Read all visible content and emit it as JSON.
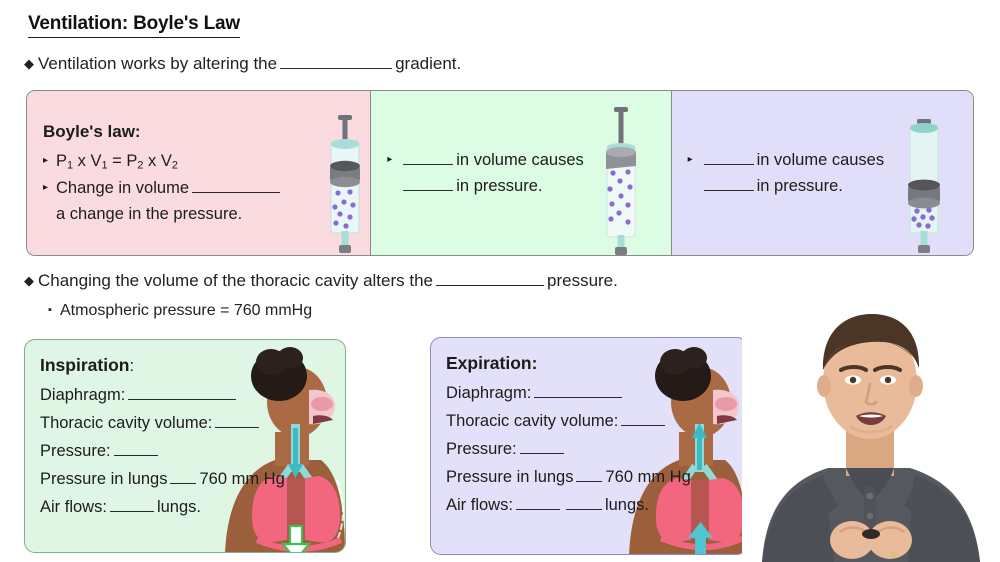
{
  "slide": {
    "title": "Ventilation: Boyle's Law",
    "bullet_main_1_pre": "Ventilation works by altering the",
    "bullet_main_1_post": "gradient.",
    "bullet_main_2_pre": "Changing the volume of the thoracic cavity alters the",
    "bullet_main_2_post": "pressure.",
    "bullet_sub_1": "Atmospheric pressure = 760 mmHg",
    "diamond_bullet": "◆",
    "square_bullet": "▪",
    "triangle_bullet": "▸"
  },
  "boyle_panels": [
    {
      "id": "boyle-law-panel",
      "heading": "Boyle's law:",
      "formula": "P1 x V1 = P2 x V2",
      "line2_pre": "Change in volume",
      "line2_post": "a change in the pressure.",
      "bg_color": "#fadce0",
      "syringe_state": "neutral",
      "syringe_label": "syringe-neutral"
    },
    {
      "id": "volume-increase-panel",
      "line1_post": "in volume causes",
      "line2_post": "in pressure.",
      "bg_color": "#dcfce4",
      "syringe_state": "expanded",
      "syringe_label": "syringe-expanded"
    },
    {
      "id": "volume-decrease-panel",
      "line1_post": "in volume causes",
      "line2_post": "in pressure.",
      "bg_color": "#e0def8",
      "syringe_state": "compressed",
      "syringe_label": "syringe-compressed"
    }
  ],
  "inspiration": {
    "heading": "Inspiration",
    "heading_colon": ":",
    "row1_label": "Diaphragm:",
    "row2_label": "Thoracic cavity volume:",
    "row3_label": "Pressure:",
    "row4_label": "Pressure in lungs",
    "row4_value": "760 mm Hg",
    "row5_label": "Air flows:",
    "row5_post": "lungs.",
    "bg_color": "#dff6e4",
    "arrow_diaphragm": "down",
    "arrow_trachea": "down"
  },
  "expiration": {
    "heading": "Expiration:",
    "row1_label": "Diaphragm:",
    "row2_label": "Thoracic cavity volume:",
    "row3_label": "Pressure:",
    "row4_label": "Pressure in lungs",
    "row4_value": "760 mm Hg",
    "row5_label": "Air flows:",
    "row5_post": "lungs.",
    "bg_color": "#e3e1f9",
    "arrow_diaphragm": "up",
    "arrow_trachea": "up"
  },
  "presenter": {
    "description": "instructor-video-overlay",
    "shirt_color": "#55585e",
    "skin_color": "#e9bb9a",
    "hair_color": "#4a3526"
  },
  "colors": {
    "pink": "#fadce0",
    "green": "#dcfce4",
    "purple": "#e0def8",
    "box_green": "#dff6e4",
    "box_purple": "#e3e1f9",
    "border_gray": "#8a8a8a",
    "text": "#1c1c1c",
    "lung_pink": "#f2667f",
    "trachea_cyan": "#79d4d4",
    "arrow_green": "#3fbf52",
    "molecule_purple": "#8a6ad6"
  }
}
